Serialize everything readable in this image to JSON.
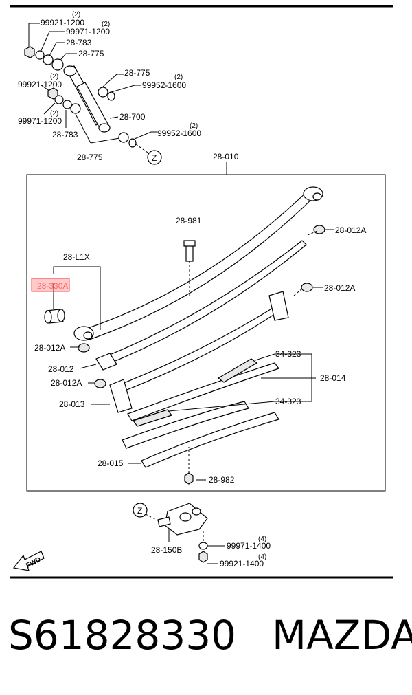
{
  "labels": {
    "l_99921_1200_a": "99921-1200",
    "l_99921_1200_a_qty": "(2)",
    "l_99971_1200_a": "99971-1200",
    "l_99971_1200_a_qty": "(2)",
    "l_28_783_a": "28-783",
    "l_28_775_a": "28-775",
    "l_28_775_b": "28-775",
    "l_99952_1600_a": "99952-1600",
    "l_99952_1600_a_qty": "(2)",
    "l_99921_1200_b": "99921-1200",
    "l_99921_1200_b_qty": "(2)",
    "l_99971_1200_b": "99971-1200",
    "l_99971_1200_b_qty": "(2)",
    "l_28_783_b": "28-783",
    "l_28_700": "28-700",
    "l_99952_1600_b": "99952-1600",
    "l_99952_1600_b_qty": "(2)",
    "l_28_775_c": "28-775",
    "l_z_top": "Z",
    "l_28_010": "28-010",
    "l_28_981": "28-981",
    "l_28_012A_a": "28-012A",
    "l_28_L1X": "28-L1X",
    "l_28_330A": "28-330A",
    "l_28_012A_b": "28-012A",
    "l_28_012A_c": "28-012A",
    "l_28_012": "28-012",
    "l_34_323_a": "34-323",
    "l_28_014": "28-014",
    "l_28_012A_d": "28-012A",
    "l_28_013": "28-013",
    "l_34_323_b": "34-323",
    "l_28_015": "28-015",
    "l_28_982": "28-982",
    "l_z_bottom": "Z",
    "l_28_150B": "28-150B",
    "l_99971_1400": "99971-1400",
    "l_99971_1400_qty": "(4)",
    "l_99921_1400": "99921-1400",
    "l_99921_1400_qty": "(4)",
    "l_fwd": "FWD"
  },
  "caption": {
    "part_number": "S61828330",
    "brand": "MAZDA"
  },
  "colors": {
    "highlight": "#ff6666",
    "line": "#000000"
  }
}
